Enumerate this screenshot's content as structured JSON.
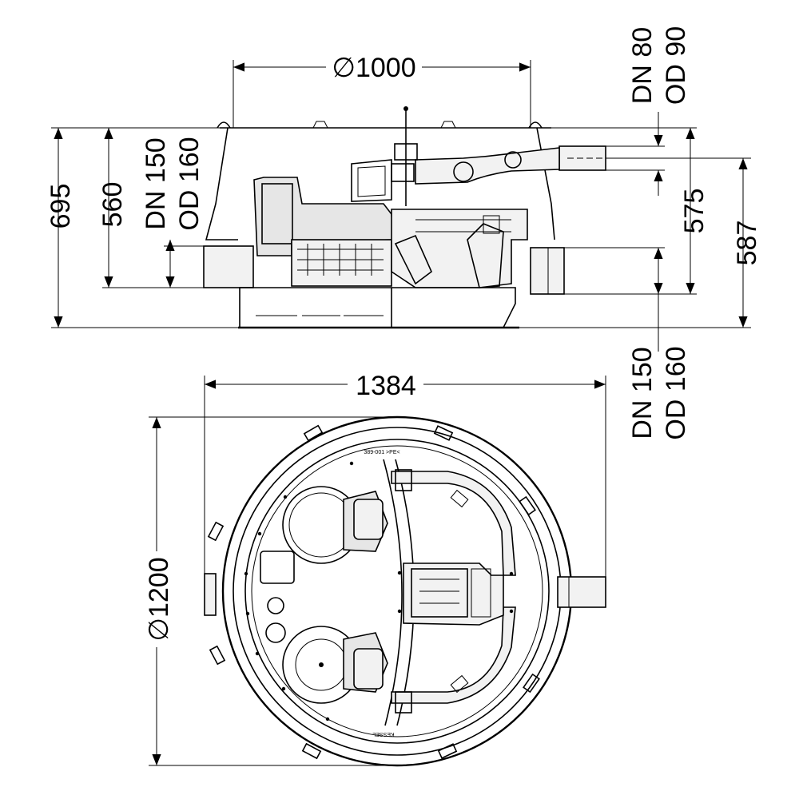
{
  "dimensions": {
    "top_diameter": "∅1000",
    "overall_width": "1384",
    "plan_diameter": "∅1200",
    "height_total": "695",
    "height_560": "560",
    "height_575": "575",
    "height_587": "587"
  },
  "pipes": {
    "outlet_top_dn": "DN 80",
    "outlet_top_od": "OD 90",
    "inlet_left_dn": "DN 150",
    "inlet_left_od": "OD 160",
    "inlet_right_dn": "DN 150",
    "inlet_right_od": "OD 160"
  },
  "plan_labels": {
    "part_number": "389-001 >PE<",
    "brand": "KESSEL"
  }
}
